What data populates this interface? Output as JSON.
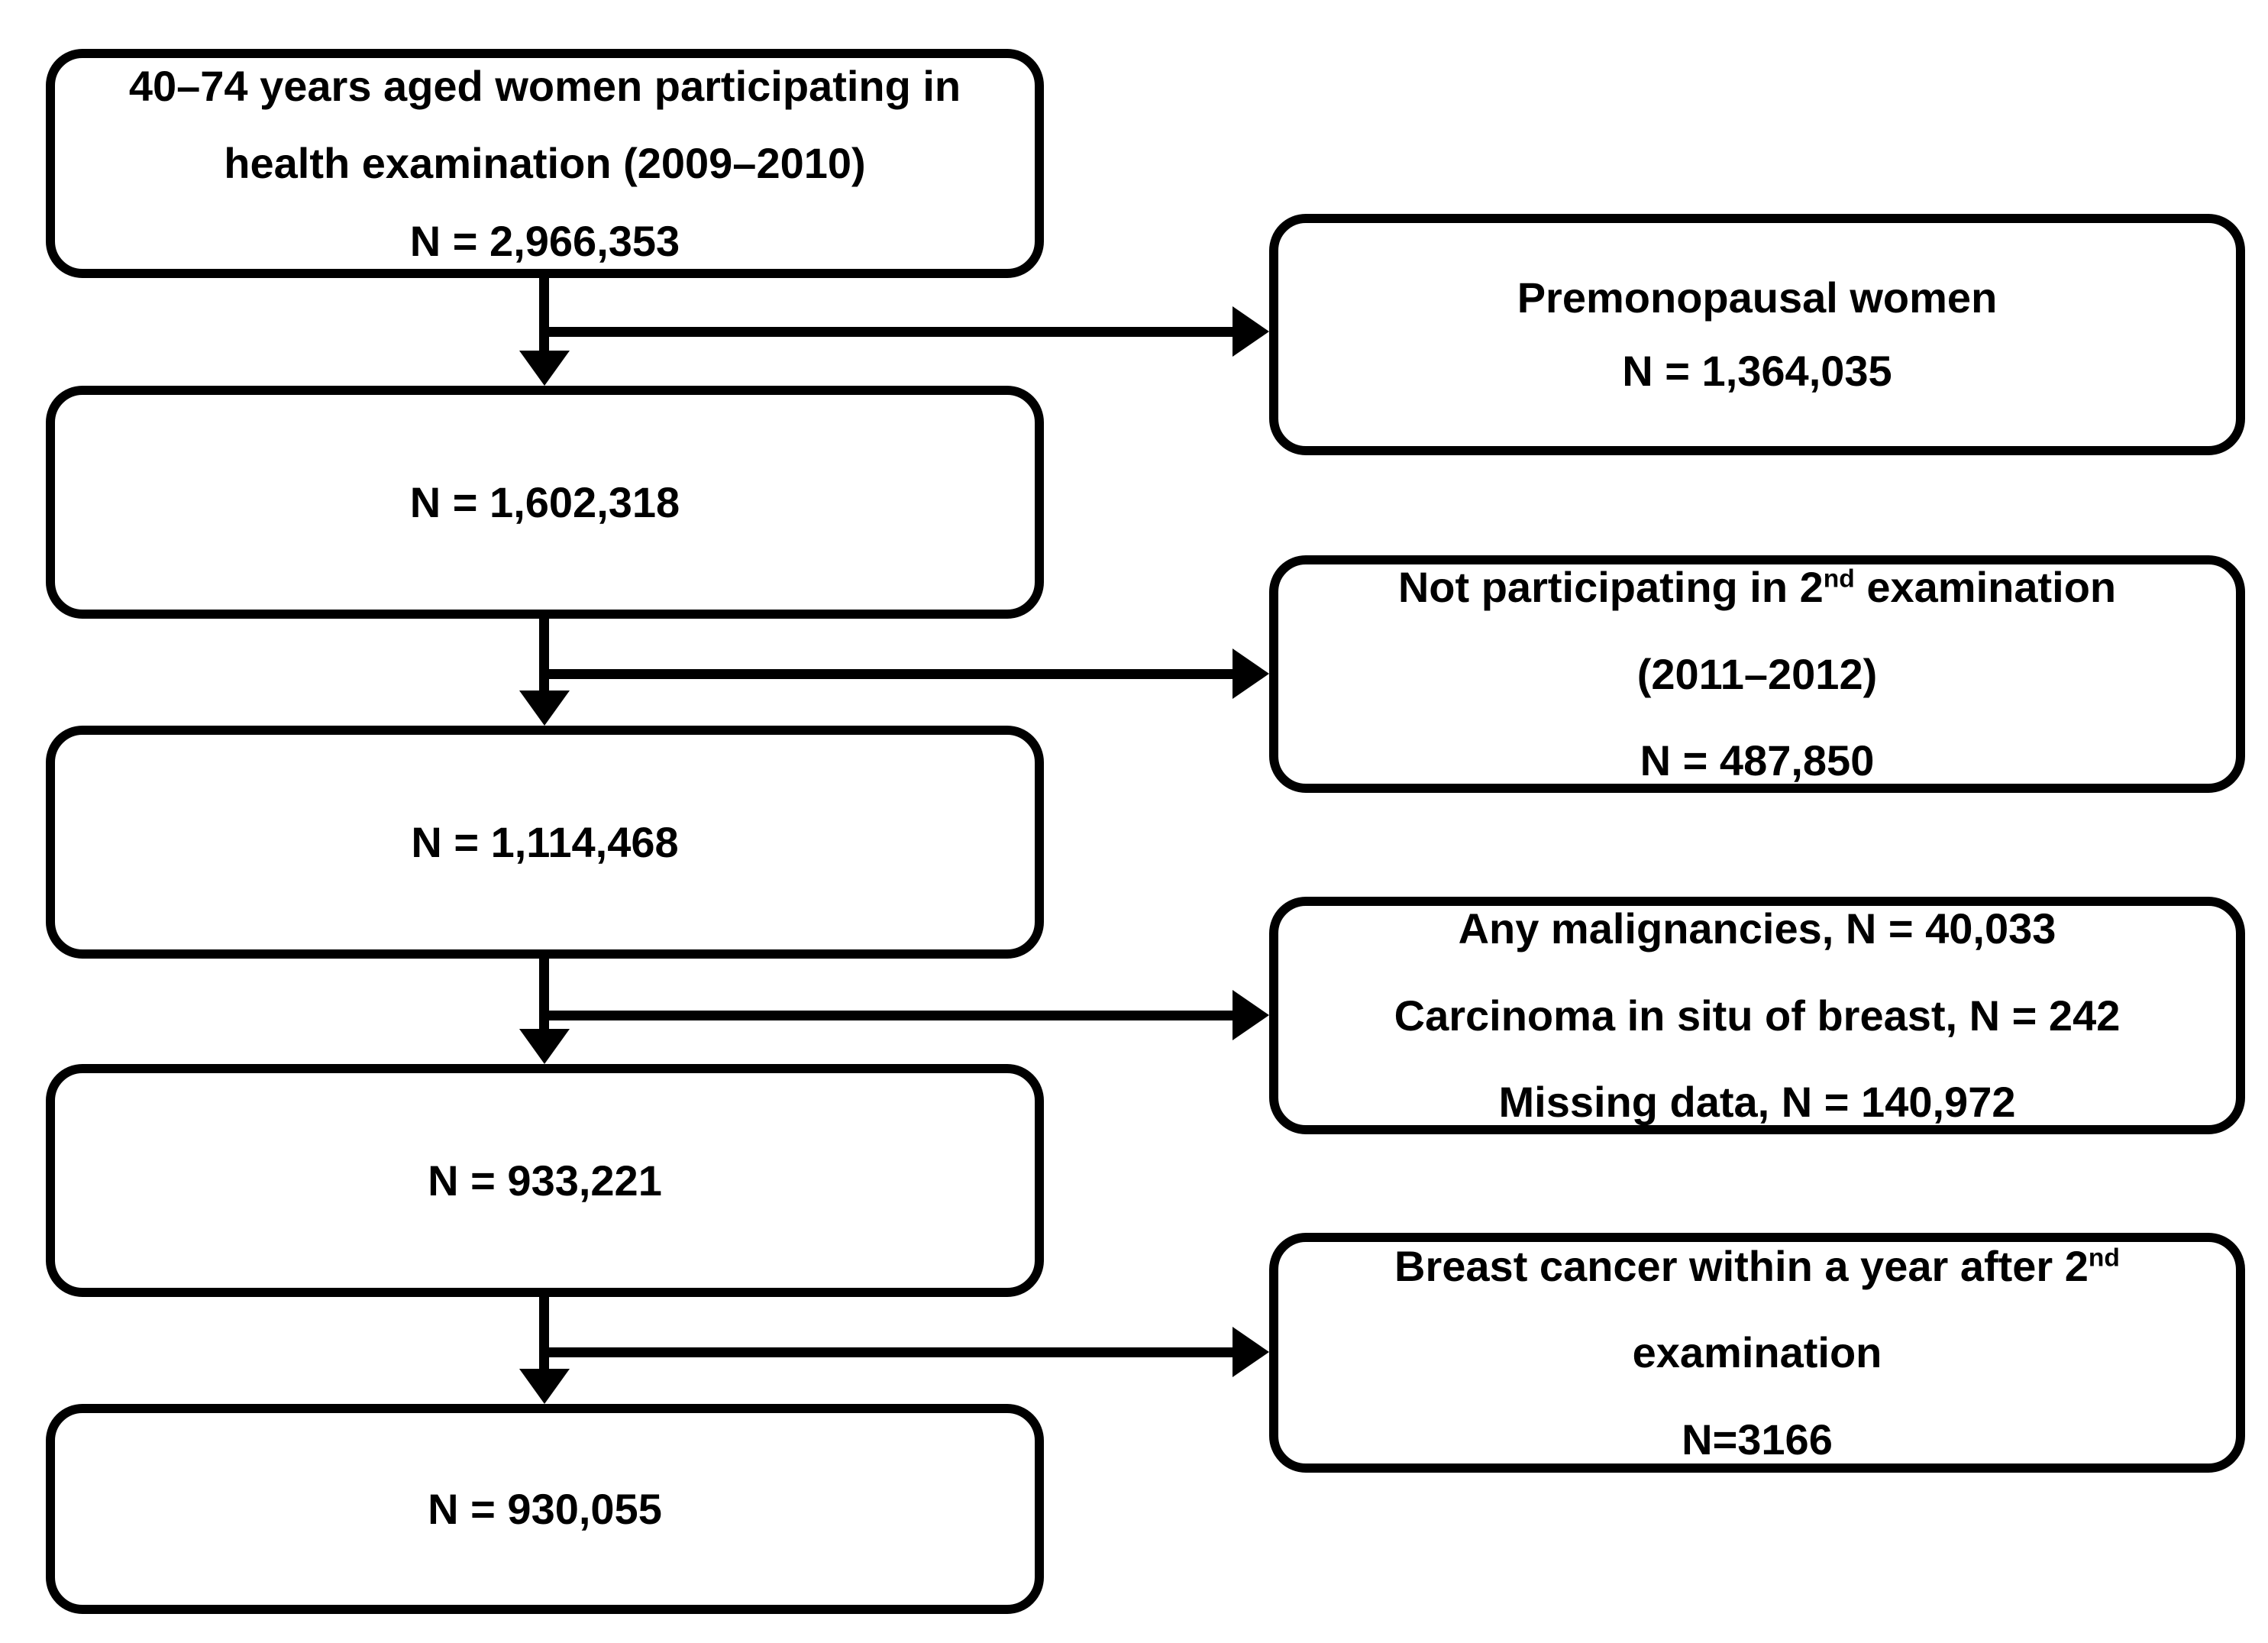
{
  "colors": {
    "stroke": "#000000",
    "background": "#ffffff"
  },
  "boxes": {
    "left1": {
      "line1": "40–74 years aged women participating in",
      "line2": "health examination (2009–2010)",
      "line3": "N = 2,966,353"
    },
    "left2": {
      "line1": "N = 1,602,318"
    },
    "left3": {
      "line1": "N = 1,114,468"
    },
    "left4": {
      "line1": "N = 933,221"
    },
    "left5": {
      "line1": "N = 930,055"
    },
    "right1": {
      "line1": "Premonopausal women",
      "line2": "N = 1,364,035"
    },
    "right2": {
      "line1_pre": "Not participating in 2",
      "line1_sup": "nd",
      "line1_post": " examination",
      "line2": "(2011–2012)",
      "line3": "N = 487,850"
    },
    "right3": {
      "line1": "Any malignancies, N = 40,033",
      "line2": "Carcinoma in situ of breast, N = 242",
      "line3": "Missing data, N = 140,972"
    },
    "right4": {
      "line1_pre": "Breast cancer within a year after 2",
      "line1_sup": "nd",
      "line1_post": "",
      "line2": "examination",
      "line3": "N=3166"
    }
  }
}
